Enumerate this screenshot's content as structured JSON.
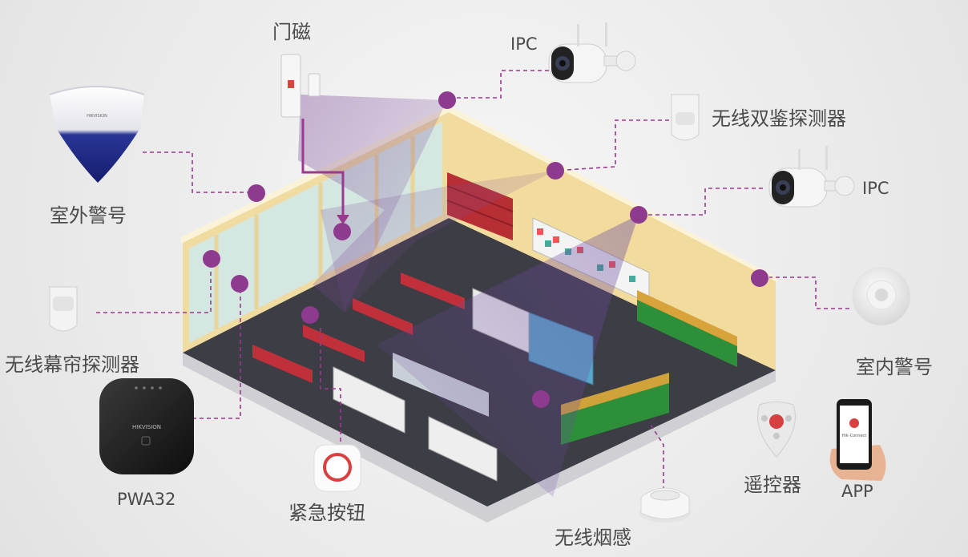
{
  "labels": {
    "door_contact": "门磁",
    "ipc_top": "IPC",
    "dual_tech_detector": "无线双鉴探测器",
    "ipc_right": "IPC",
    "outdoor_siren": "室外警号",
    "indoor_siren": "室内警号",
    "curtain_detector": "无线幕帘探测器",
    "hub": "PWA32",
    "panic_button": "紧急按钮",
    "smoke_detector": "无线烟感",
    "remote_control": "遥控器",
    "app": "APP"
  },
  "device_brand": "HIKVISION",
  "app_screen_text": "Hik-Connect",
  "colors": {
    "accent": "#8e3a8e",
    "connector": "#9a3a8f",
    "siren_blue": "#1f2a8a",
    "wall": "#f0dca0",
    "floor": "#3d3d45"
  }
}
